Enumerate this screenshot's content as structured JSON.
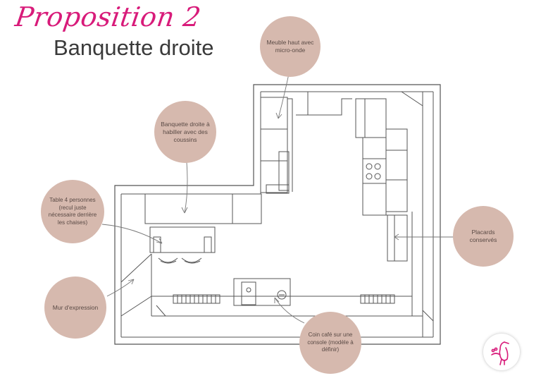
{
  "header": {
    "title": "Proposition 2",
    "subtitle": "Banquette droite"
  },
  "annotations": [
    {
      "id": "meuble",
      "text": "Meuble haut avec micro-onde"
    },
    {
      "id": "banquette",
      "text": "Banquette droite à habiller avec des coussins"
    },
    {
      "id": "table",
      "text": "Table 4 personnes (recul juste nécessaire derrière les chaises)"
    },
    {
      "id": "placards",
      "text": "Placards conservés"
    },
    {
      "id": "mur",
      "text": "Mur d'expression"
    },
    {
      "id": "coin",
      "text": "Coin café sur une console (modèle à définir)"
    }
  ],
  "colors": {
    "accent": "#d81b7a",
    "bubble": "#d6b9ae",
    "line": "#555555"
  },
  "logo": {
    "icon": "bird-icon"
  }
}
